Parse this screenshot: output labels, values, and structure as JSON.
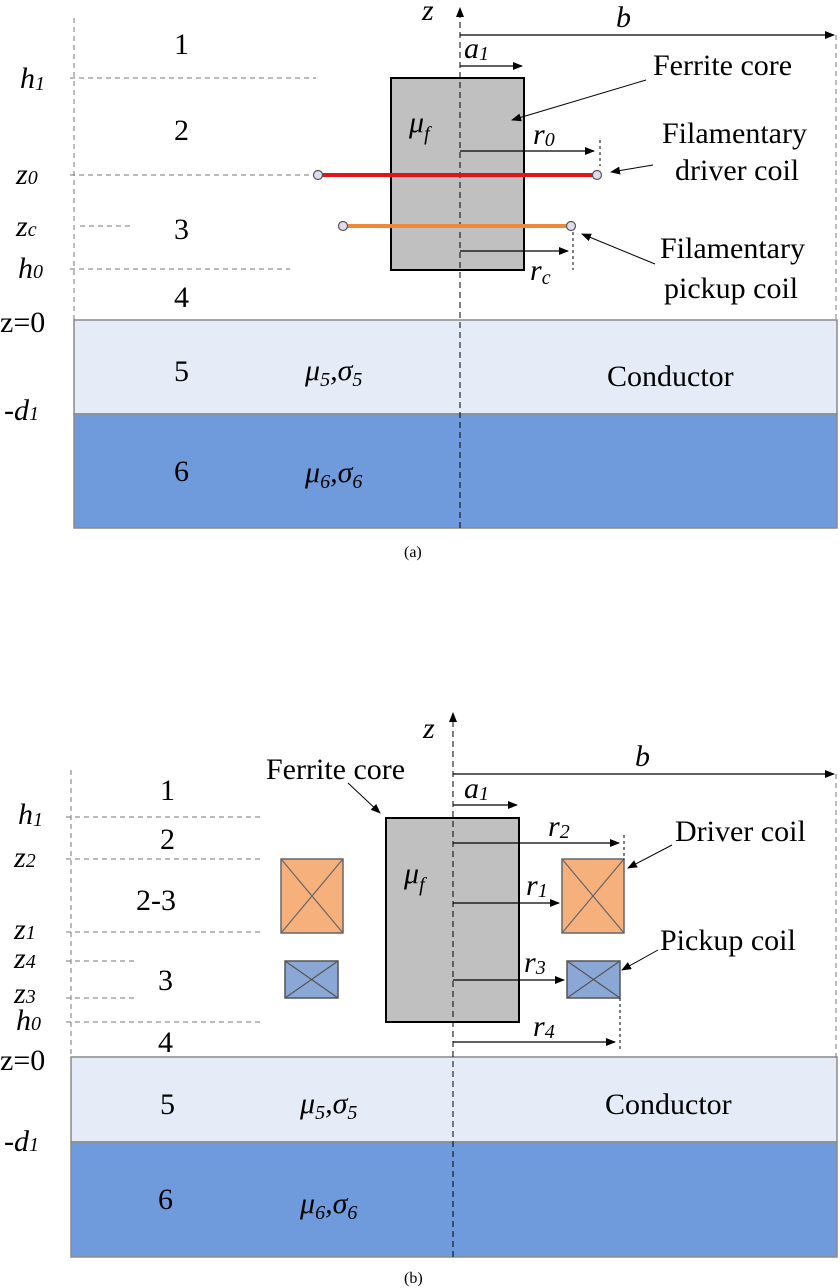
{
  "colors": {
    "layer_conductor": "#e6ecf7",
    "layer_base": "#6f9bdc",
    "ferrite": "#c0c0c0",
    "driver_filament": "#e0141b",
    "pickup_filament": "#f0883c",
    "driver_coil": "#f6b07c",
    "pickup_coil": "#8aa7d6",
    "dash": "#777777"
  },
  "panel_a": {
    "caption": "(a)",
    "axis_z": "z",
    "b_label": "b",
    "a1_label": {
      "main": "a",
      "sub": "1"
    },
    "mu_f": {
      "main": "μ",
      "sub": "f"
    },
    "r0_label": {
      "main": "r",
      "sub": "0"
    },
    "rc_label": {
      "main": "r",
      "sub": "c"
    },
    "ferrite_label": "Ferrite core",
    "driver_label_1": "Filamentary",
    "driver_label_2": "driver coil",
    "pickup_label_1": "Filamentary",
    "pickup_label_2": "pickup coil",
    "regions": [
      "1",
      "2",
      "3",
      "4",
      "5",
      "6"
    ],
    "levels": {
      "h1": {
        "main": "h",
        "sub": "1"
      },
      "z0": {
        "main": "z",
        "sub": "0"
      },
      "zc": {
        "main": "z",
        "sub": "c"
      },
      "h0": {
        "main": "h",
        "sub": "0"
      },
      "z_eq_0": "z=0",
      "d1": {
        "main": "-d",
        "sub": "1"
      }
    },
    "conductor_label": "Conductor",
    "mu5": "μ",
    "mu5_sub": "5",
    "sigma5": "σ",
    "sigma5_sub": "5",
    "mu6": "μ",
    "mu6_sub": "6",
    "sigma6": "σ",
    "sigma6_sub": "6"
  },
  "panel_b": {
    "caption": "(b)",
    "axis_z": "z",
    "b_label": "b",
    "a1_label": {
      "main": "a",
      "sub": "1"
    },
    "mu_f": {
      "main": "μ",
      "sub": "f"
    },
    "r1_label": {
      "main": "r",
      "sub": "1"
    },
    "r2_label": {
      "main": "r",
      "sub": "2"
    },
    "r3_label": {
      "main": "r",
      "sub": "3"
    },
    "r4_label": {
      "main": "r",
      "sub": "4"
    },
    "ferrite_label": "Ferrite core",
    "driver_label": "Driver coil",
    "pickup_label": "Pickup coil",
    "regions": [
      "1",
      "2",
      "2-3",
      "3",
      "4",
      "5",
      "6"
    ],
    "levels": {
      "h1": {
        "main": "h",
        "sub": "1"
      },
      "z2": {
        "main": "z",
        "sub": "2"
      },
      "z1": {
        "main": "z",
        "sub": "1"
      },
      "z4": {
        "main": "z",
        "sub": "4"
      },
      "z3": {
        "main": "z",
        "sub": "3"
      },
      "h0": {
        "main": "h",
        "sub": "0"
      },
      "z_eq_0": "z=0",
      "d1": {
        "main": "-d",
        "sub": "1"
      }
    },
    "conductor_label": "Conductor",
    "mu5": "μ",
    "mu5_sub": "5",
    "sigma5": "σ",
    "sigma5_sub": "5",
    "mu6": "μ",
    "mu6_sub": "6",
    "sigma6": "σ",
    "sigma6_sub": "6"
  }
}
